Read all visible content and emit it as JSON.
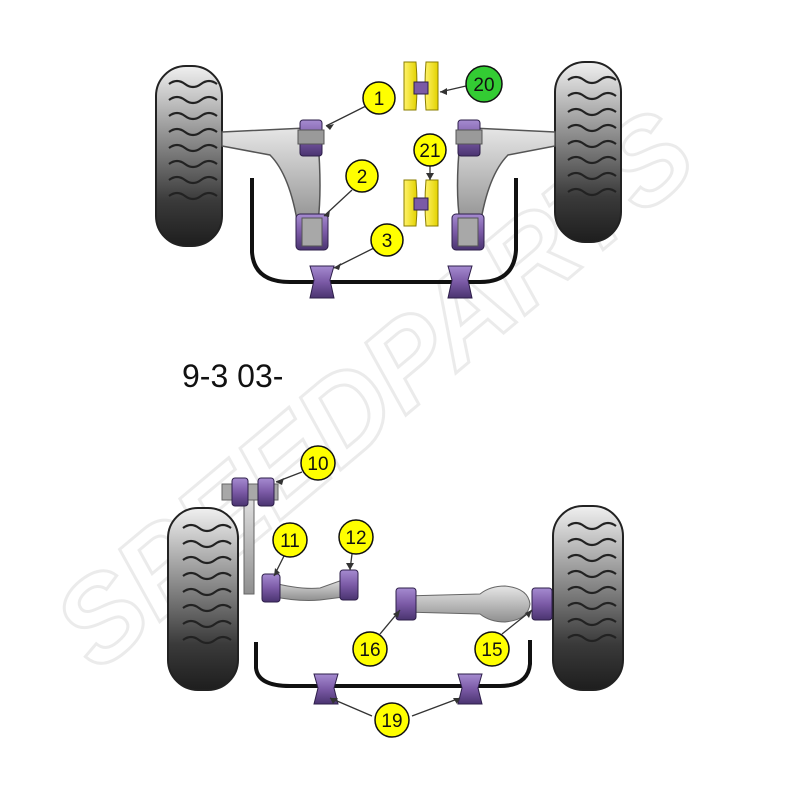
{
  "model_label": "9-3 03-",
  "watermark": "SPEEDPARTS",
  "colors": {
    "bush_purple": "#7b5aa6",
    "callout_yellow": "#ffff00",
    "callout_green": "#33cc33",
    "tyre_dark": "#3a3a3a",
    "arm_grey": "#b0b0b0"
  },
  "callouts": {
    "c1": "1",
    "c2": "2",
    "c3": "3",
    "c20": "20",
    "c21": "21",
    "c10": "10",
    "c11": "11",
    "c12": "12",
    "c15": "15",
    "c16": "16",
    "c19": "19"
  }
}
